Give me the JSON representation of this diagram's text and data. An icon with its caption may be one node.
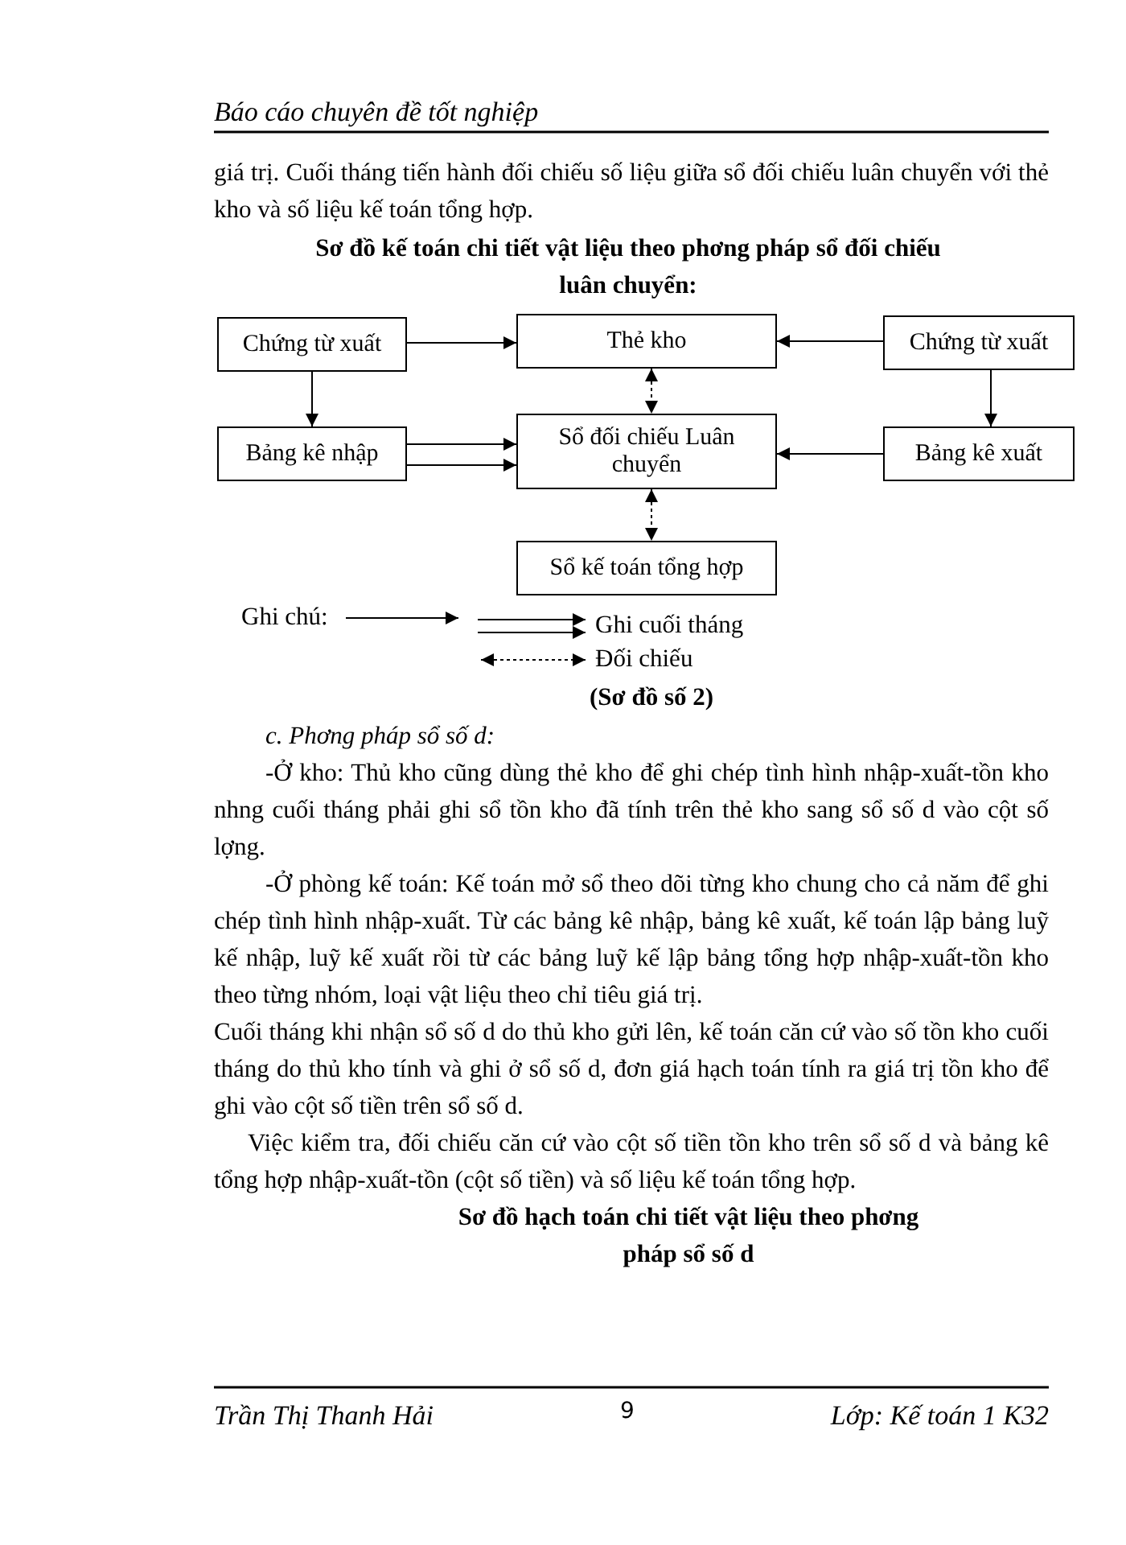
{
  "diagram": {
    "title": "Sơ đồ kế toán chi tiết vật liệu theo phơng pháp sổ đối chiếu luân chuyển:",
    "caption": "(Sơ đồ số 2)",
    "nodes": [
      {
        "text": [
          "Chứng từ xuất"
        ]
      },
      {
        "text": [
          "Thẻ kho"
        ]
      },
      {
        "text": [
          "Chứng từ xuất"
        ]
      },
      {
        "text": [
          "Bảng kê nhập"
        ]
      },
      {
        "text": [
          "Sổ đối chiếu Luân chuyển"
        ]
      },
      {
        "text": [
          "Bảng kê xuất"
        ]
      },
      {
        "text": [
          "Sổ kế toán tổng hợp"
        ]
      }
    ],
    "edges": [
      {
        "from": 0,
        "to": 1,
        "arrow": "to"
      },
      {
        "from": 2,
        "to": 1,
        "arrow": "to"
      },
      {
        "from": 0,
        "to": 3,
        "arrow": "to"
      },
      {
        "from": 2,
        "to": 5,
        "arrow": "to"
      },
      {
        "from": 3,
        "to": 4,
        "arrow": "to"
      },
      {
        "from": 3,
        "to": 4,
        "arrow": "to"
      },
      {
        "from": 5,
        "to": 4,
        "arrow": "to"
      },
      {
        "from": 1,
        "to": 4,
        "arrow": "both",
        "style": "dashed"
      },
      {
        "from": 4,
        "to": 6,
        "arrow": "both",
        "style": "dashed"
      }
    ],
    "labels": [
      "Báo cáo chuyên đề tốt nghiệp",
      "giá trị. Cuối tháng tiến hành đối chiếu số liệu giữa sổ đối chiếu luân chuyển với thẻ kho và số liệu kế toán tổng hợp.",
      "Ghi chú:",
      "c. Phơng pháp sổ số d:",
      "-Ở kho: Thủ kho cũng dùng thẻ kho để ghi chép tình hình nhập-xuất-tồn kho nhng cuối tháng phải ghi sổ tồn kho đã tính trên thẻ kho sang sổ số d vào cột số lợng.",
      "-Ở phòng kế toán: Kế toán mở sổ theo dõi từng kho chung cho cả năm để ghi chép tình hình nhập-xuất. Từ các bảng kê nhập, bảng kê xuất, kế toán lập bảng luỹ kế nhập, luỹ kế xuất rồi từ các bảng luỹ kế lập bảng tổng hợp nhập-xuất-tồn kho theo từng nhóm, loại vật liệu theo chỉ tiêu giá trị.",
      "Cuối tháng khi nhận sổ số d do thủ kho gửi lên, kế toán căn cứ vào số tồn kho cuối tháng do thủ kho tính và ghi ở sổ số d, đơn giá hạch toán tính ra giá trị tồn kho để ghi vào cột số tiền trên sổ số d.",
      "Việc kiểm tra, đối chiếu căn cứ vào cột số tiền tồn kho trên sổ số d và bảng kê tổng hợp nhập-xuất-tồn (cột số tiền) và số liệu kế toán tổng hợp.",
      "Sơ đồ hạch toán chi tiết vật liệu theo phơng pháp sổ số d",
      "Trần Thị Thanh Hải",
      "9",
      "Lớp: Kế toán 1 K32"
    ],
    "legend": [
      {
        "text": "Ghi cuối tháng"
      },
      {
        "text": "Đối chiếu"
      }
    ]
  }
}
